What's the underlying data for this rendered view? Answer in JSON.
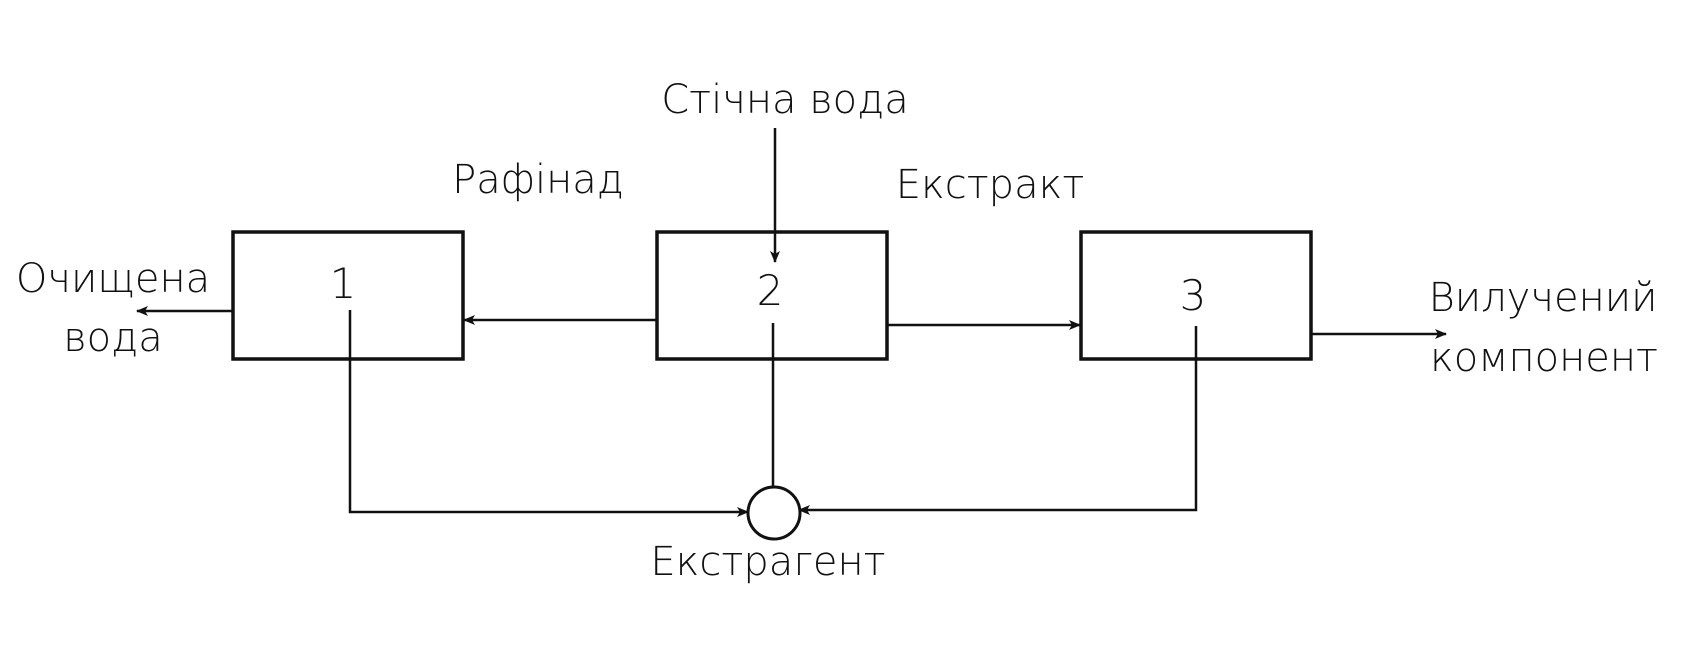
{
  "diagram": {
    "blocks": [
      {
        "id": "1",
        "label": "1"
      },
      {
        "id": "2",
        "label": "2"
      },
      {
        "id": "3",
        "label": "3"
      }
    ],
    "labels": {
      "wastewater": "Стічна вода",
      "raffinate": "Рафінад",
      "extract": "Екстракт",
      "cleaned_water_line1": "Очищена",
      "cleaned_water_line2": "вода",
      "extracted_component_line1": "Вилучений",
      "extracted_component_line2": "компонент",
      "extractant": "Екстрагент"
    },
    "colors": {
      "stroke": "#111111",
      "background": "#ffffff"
    }
  }
}
